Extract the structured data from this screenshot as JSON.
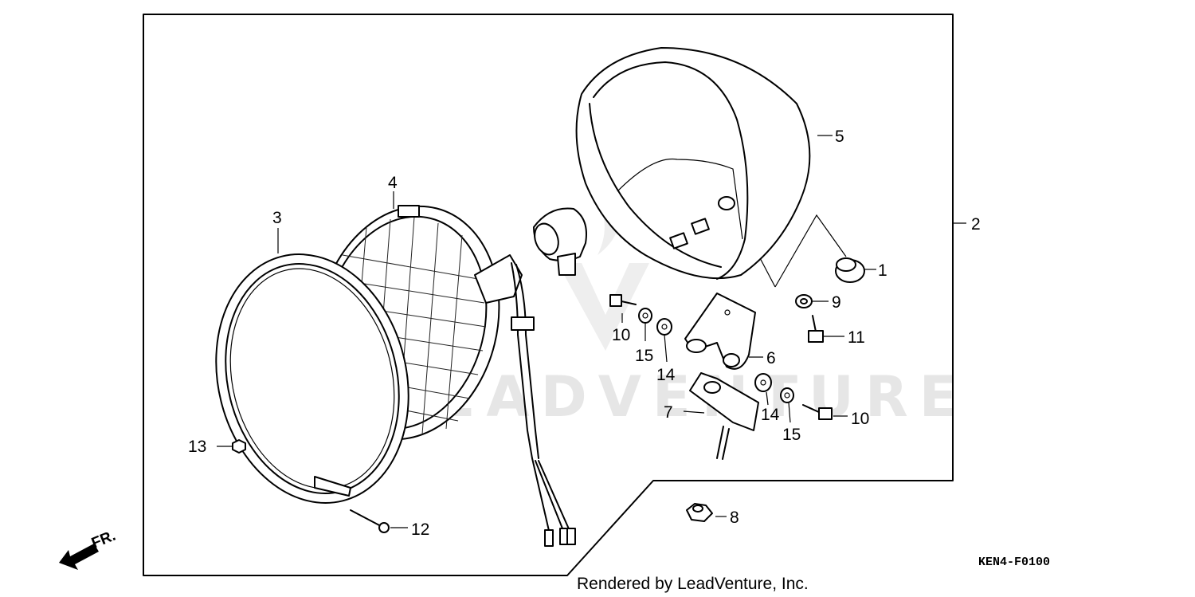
{
  "diagram_code": "KEN4-F0100",
  "footer": "Rendered by LeadVenture, Inc.",
  "watermark": "LEADVENTURE",
  "direction_label": "FR.",
  "callouts": {
    "c1": "1",
    "c2": "2",
    "c3": "3",
    "c4": "4",
    "c5": "5",
    "c6": "6",
    "c7": "7",
    "c8": "8",
    "c9": "9",
    "c10a": "10",
    "c10b": "10",
    "c11": "11",
    "c12": "12",
    "c13": "13",
    "c14a": "14",
    "c14b": "14",
    "c15a": "15",
    "c15b": "15"
  }
}
